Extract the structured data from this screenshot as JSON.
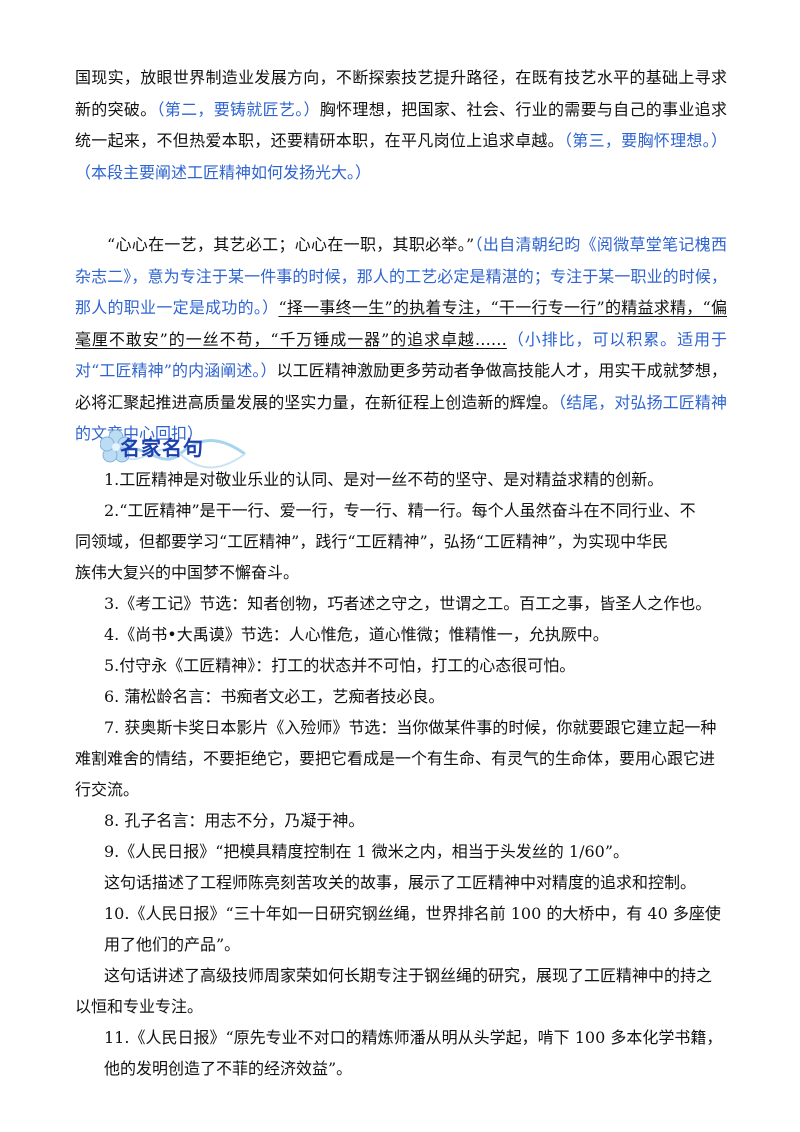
{
  "top_paragraphs": [
    {
      "segments": [
        {
          "text": "国现实，放眼世界制造业发展方向，不断探索技艺提升路径，在既有技艺水平的基础上寻求新的突破。",
          "style": "normal"
        },
        {
          "text": "（第二，要铸就匠艺。）",
          "style": "note"
        },
        {
          "text": "胸怀理想，把国家、社会、行业的需要与自己的事业追求统一起来，不但热爱本职，还要精研本职，在平凡岗位上追求卓越。",
          "style": "normal"
        },
        {
          "text": "（第三，要胸怀理想。）（本段主要阐述工匠精神如何发扬光大。）",
          "style": "note"
        }
      ]
    },
    {
      "segments": [
        {
          "text": "“心心在一艺，其艺必工；心心在一职，其职必举。”",
          "style": "normal"
        },
        {
          "text": "（出自清朝纪昀《阅微草堂笔记槐西杂志二》，意为专注于某一件事的时候，那人的工艺必定是精湛的；专注于某一职业的时候，那人的职业一定是成功的。）",
          "style": "note"
        },
        {
          "text": "“择一事终一生”的执着专注，“干一行专一行”的精益求精，“偏毫厘不敢安”的一丝不苟，“千万锤成一器”的追求卓越……",
          "style": "underline"
        },
        {
          "text": "（小排比，可以积累。适用于对“工匠精神”的内涵阐述。）",
          "style": "note"
        },
        {
          "text": "以工匠精神激励更多劳动者争做高技能人才，用实干成就梦想，必将汇聚起推进高质量发展的坚实力量，在新征程上创造新的辉煌。",
          "style": "normal"
        },
        {
          "text": "（结尾，对弘扬工匠精神的文章中心回扣）",
          "style": "note"
        }
      ]
    }
  ],
  "section_heading": "名家名句",
  "quote_lines": [
    {
      "text": "1.工匠精神是对敬业乐业的认同、是对一丝不苟的坚守、是对精益求精的创新。"
    },
    {
      "text": "2.“工匠精神”是干一行、爱一行，专一行、精一行。每个人虽然奋斗在不同行业、不"
    },
    {
      "text": "同领域，但都要学习“工匠精神”，践行“工匠精神”，弘扬“工匠精神”，为实现中华民"
    },
    {
      "text": "族伟大复兴的中国梦不懈奋斗。"
    },
    {
      "text": "3.《考工记》节选：知者创物，巧者述之守之，世谓之工。百工之事，皆圣人之作也。"
    },
    {
      "text": "4.《尚书•大禹谟》节选：人心惟危，道心惟微；惟精惟一，允执厥中。"
    },
    {
      "text": "5.付守永《工匠精神》：打工的状态并不可怕，打工的心态很可怕。"
    },
    {
      "text": "6. 蒲松龄名言：书痴者文必工，艺痴者技必良。"
    },
    {
      "text": "7. 获奥斯卡奖日本影片《入殓师》节选：当你做某件事的时候，你就要跟它建立起一种"
    },
    {
      "text": "难割难舍的情结，不要拒绝它，要把它看成是一个有生命、有灵气的生命体，要用心跟它进"
    },
    {
      "text": "行交流。"
    },
    {
      "text": "8. 孔子名言：用志不分，乃凝于神。"
    },
    {
      "text": "9.《人民日报》“把模具精度控制在 1 微米之内，相当于头发丝的 1/60”。"
    },
    {
      "text": "这句话描述了工程师陈亮刻苦攻关的故事，展示了工匠精神中对精度的追求和控制。"
    },
    {
      "text": "10.《人民日报》“三十年如一日研究钢丝绳，世界排名前 100 的大桥中，有 40 多座使"
    },
    {
      "text": "用了他们的产品”。"
    },
    {
      "text": "这句话讲述了高级技师周家荣如何长期专注于钢丝绳的研究，展现了工匠精神中的持之"
    },
    {
      "text": "以恒和专业专注。"
    },
    {
      "text": "11.《人民日报》“原先专业不对口的精炼师潘从明从头学起，啃下 100 多本化学书籍，"
    },
    {
      "text": "他的发明创造了不菲的经济效益”。"
    }
  ],
  "colors": {
    "note": "#2f64d0",
    "heading": "#1b3fae",
    "decoration": "#a9d4ee"
  }
}
